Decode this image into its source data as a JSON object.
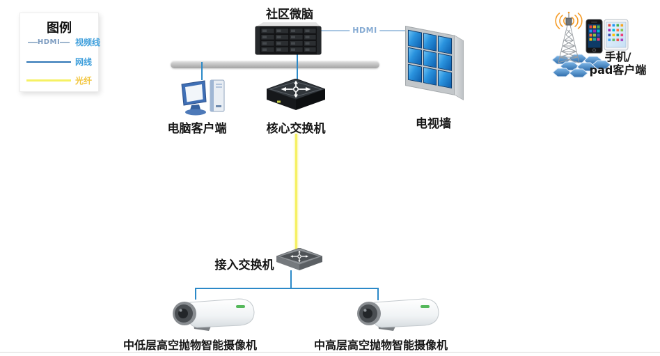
{
  "legend": {
    "title": "图例",
    "items": [
      {
        "line_text": "HDMI",
        "label": "视频线",
        "line_type": "video"
      },
      {
        "label": "网线",
        "line_type": "network"
      },
      {
        "label": "光纤",
        "line_type": "fiber"
      }
    ]
  },
  "nodes": {
    "server": {
      "label": "社区微脑"
    },
    "tv_wall": {
      "label": "电视墙"
    },
    "pc_client": {
      "label": "电脑客户端"
    },
    "core_switch": {
      "label": "核心交换机"
    },
    "access_switch": {
      "label": "接入交换机"
    },
    "camera_low": {
      "label": "中低层高空抛物智能摄像机"
    },
    "camera_high": {
      "label": "中高层高空抛物智能摄像机"
    },
    "mobile_client": {
      "label_line1": "手机/",
      "label_line2": "pad客户端"
    }
  },
  "links": {
    "hdmi_label": "HDMI"
  },
  "colors": {
    "video_line": "#a9c6e2",
    "hdmi_text": "#86abd3",
    "network_line": "#2b89c8",
    "legend_network_line": "#2e75b6",
    "fiber_line": "#f6f163",
    "legend_label_blue": "#41a0dc",
    "legend_label_yellow": "#f2c53d"
  }
}
